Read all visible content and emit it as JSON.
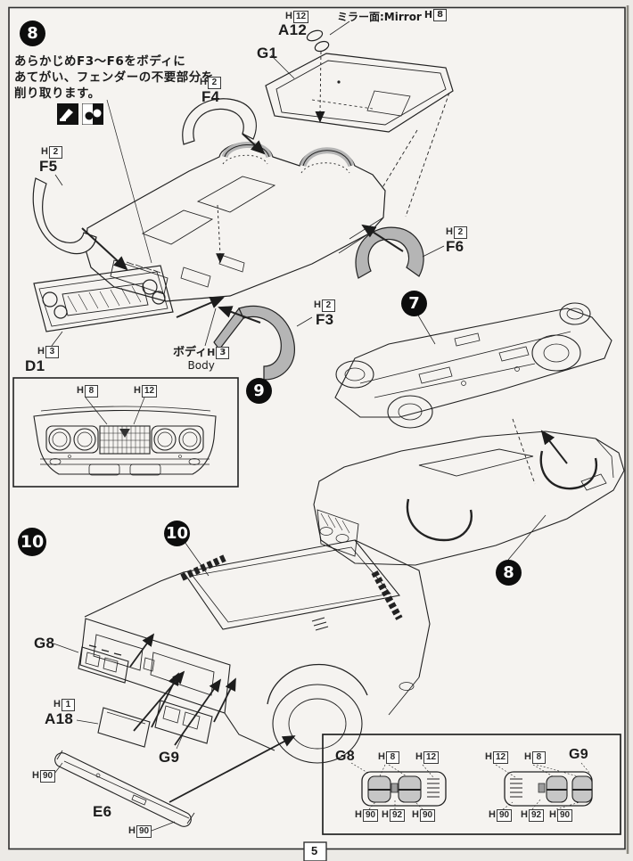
{
  "page": {
    "number": "5"
  },
  "colors": {
    "paper": "#f5f3f0",
    "ink": "#1c1c1c",
    "part_shading": "#b5b5b5",
    "badge_black": "#0d0d0d"
  },
  "icons": {
    "trim": "trim-knife-icon",
    "paint": "paint-two-tone-icon"
  },
  "badges": {
    "step8": "8",
    "step9": "9",
    "step7": "7",
    "step8_body": "8",
    "step10": "10",
    "step10_hatch": "10"
  },
  "step8": {
    "instruction": {
      "line1": "あらかじめF3〜F6をボディに",
      "line2": "あてがい、フェンダーの不要部分を",
      "line3": "削り取ります。"
    },
    "mirror": {
      "text": "ミラー面:Mirror",
      "paint_prefix": "H",
      "paint_num": "8"
    },
    "a12": {
      "part": "A12",
      "paint_prefix": "H",
      "paint_num": "12"
    },
    "g1": {
      "part": "G1"
    },
    "f4": {
      "part": "F4",
      "paint_prefix": "H",
      "paint_num": "2"
    },
    "f5": {
      "part": "F5",
      "paint_prefix": "H",
      "paint_num": "2"
    },
    "f6": {
      "part": "F6",
      "paint_prefix": "H",
      "paint_num": "2"
    },
    "f3": {
      "part": "F3",
      "paint_prefix": "H",
      "paint_num": "2"
    },
    "d1": {
      "part": "D1",
      "paint_prefix": "H",
      "paint_num": "3"
    },
    "body": {
      "jp": "ボディ",
      "en": "Body",
      "paint_prefix": "H",
      "paint_num": "3"
    }
  },
  "step9": {
    "h8": {
      "prefix": "H",
      "num": "8"
    },
    "h12": {
      "prefix": "H",
      "num": "12"
    }
  },
  "step10": {
    "g8": {
      "part": "G8"
    },
    "a18": {
      "part": "A18",
      "paint_prefix": "H",
      "paint_num": "1"
    },
    "g9": {
      "part": "G9"
    },
    "e6": {
      "part": "E6"
    },
    "h90_upper": {
      "prefix": "H",
      "num": "90"
    },
    "h90_lower": {
      "prefix": "H",
      "num": "90"
    }
  },
  "detail_box": {
    "left": {
      "part": "G8",
      "top": [
        {
          "prefix": "H",
          "num": "8"
        },
        {
          "prefix": "H",
          "num": "12"
        }
      ],
      "bottom": [
        {
          "prefix": "H",
          "num": "90"
        },
        {
          "prefix": "H",
          "num": "92"
        },
        {
          "prefix": "H",
          "num": "90"
        }
      ]
    },
    "right": {
      "part": "G9",
      "top": [
        {
          "prefix": "H",
          "num": "12"
        },
        {
          "prefix": "H",
          "num": "8"
        }
      ],
      "bottom": [
        {
          "prefix": "H",
          "num": "90"
        },
        {
          "prefix": "H",
          "num": "92"
        },
        {
          "prefix": "H",
          "num": "90"
        }
      ]
    }
  }
}
